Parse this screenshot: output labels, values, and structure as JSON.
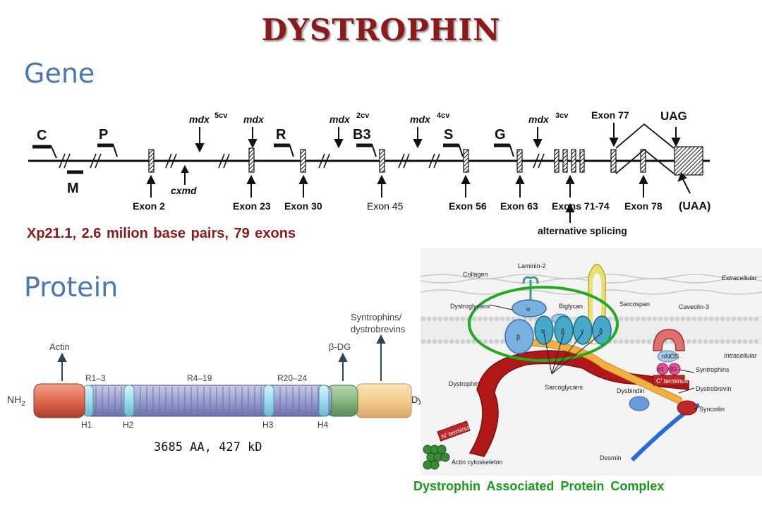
{
  "title": "DYSTROPHIN",
  "gene": {
    "heading": "Gene",
    "summary": "Xp21.1,   2.6 milion base pairs,  79 exons",
    "promoters": [
      "C",
      "M",
      "P",
      "R",
      "B3",
      "S",
      "G"
    ],
    "mdx_labels": [
      "mdx",
      "mdx",
      "mdx",
      "mdx",
      "mdx"
    ],
    "mdx_sups": [
      "5cv",
      "",
      "2cv",
      "4cv",
      "3cv"
    ],
    "cxmd": "cxmd",
    "exon_labels": [
      "Exon 2",
      "Exon 23",
      "Exon 30",
      "Exon 45",
      "Exon 56",
      "Exon 63",
      "Exons 71-74",
      "Exon 78"
    ],
    "exon77": "Exon 77",
    "uag": "UAG",
    "uaa": "(UAA)",
    "alt_splicing": "alternative splicing"
  },
  "protein": {
    "heading": "Protein",
    "summary": "3685 AA, 427 kD",
    "nh2": "NH",
    "nh2_sub": "2",
    "dy": "Dy",
    "actin": "Actin",
    "bdg": "β-DG",
    "syntro_line1": "Syntrophins/",
    "syntro_line2": "dystrobrevins",
    "domains": [
      "R1–3",
      "R4–19",
      "R20–24"
    ],
    "hinges": [
      "H1",
      "H2",
      "H3",
      "H4"
    ]
  },
  "dapc": {
    "caption": "Dystrophin Associated Protein Complex",
    "labels": {
      "collagen": "Collagen",
      "laminin": "Laminin-2",
      "extracellular": "Extracellular",
      "intracellular": "Intracellular",
      "dystroglycans": "Dystroglycans",
      "biglycan": "Biglycan",
      "sarcospan": "Sarcospan",
      "caveolin": "Caveolin-3",
      "nnos": "nNOS",
      "syntrophins": "Syntrophins",
      "cterm": "C' terminus",
      "dystrophin": "Dystrophin",
      "sarcoglycans": "Sarcoglycans",
      "dystrobrevin": "Dystrobrevin",
      "dysbindin": "Dysbindin",
      "syncoilin": "Syncoilin",
      "nterm": "N' terminus",
      "actin_cyto": "Actin cytoskeleton",
      "desmin": "Desmin",
      "alpha": "α",
      "beta": "β",
      "gamma": "γ",
      "delta": "δ",
      "a1": "α1",
      "b1": "β1"
    },
    "highlight_color": "#22aa22"
  }
}
